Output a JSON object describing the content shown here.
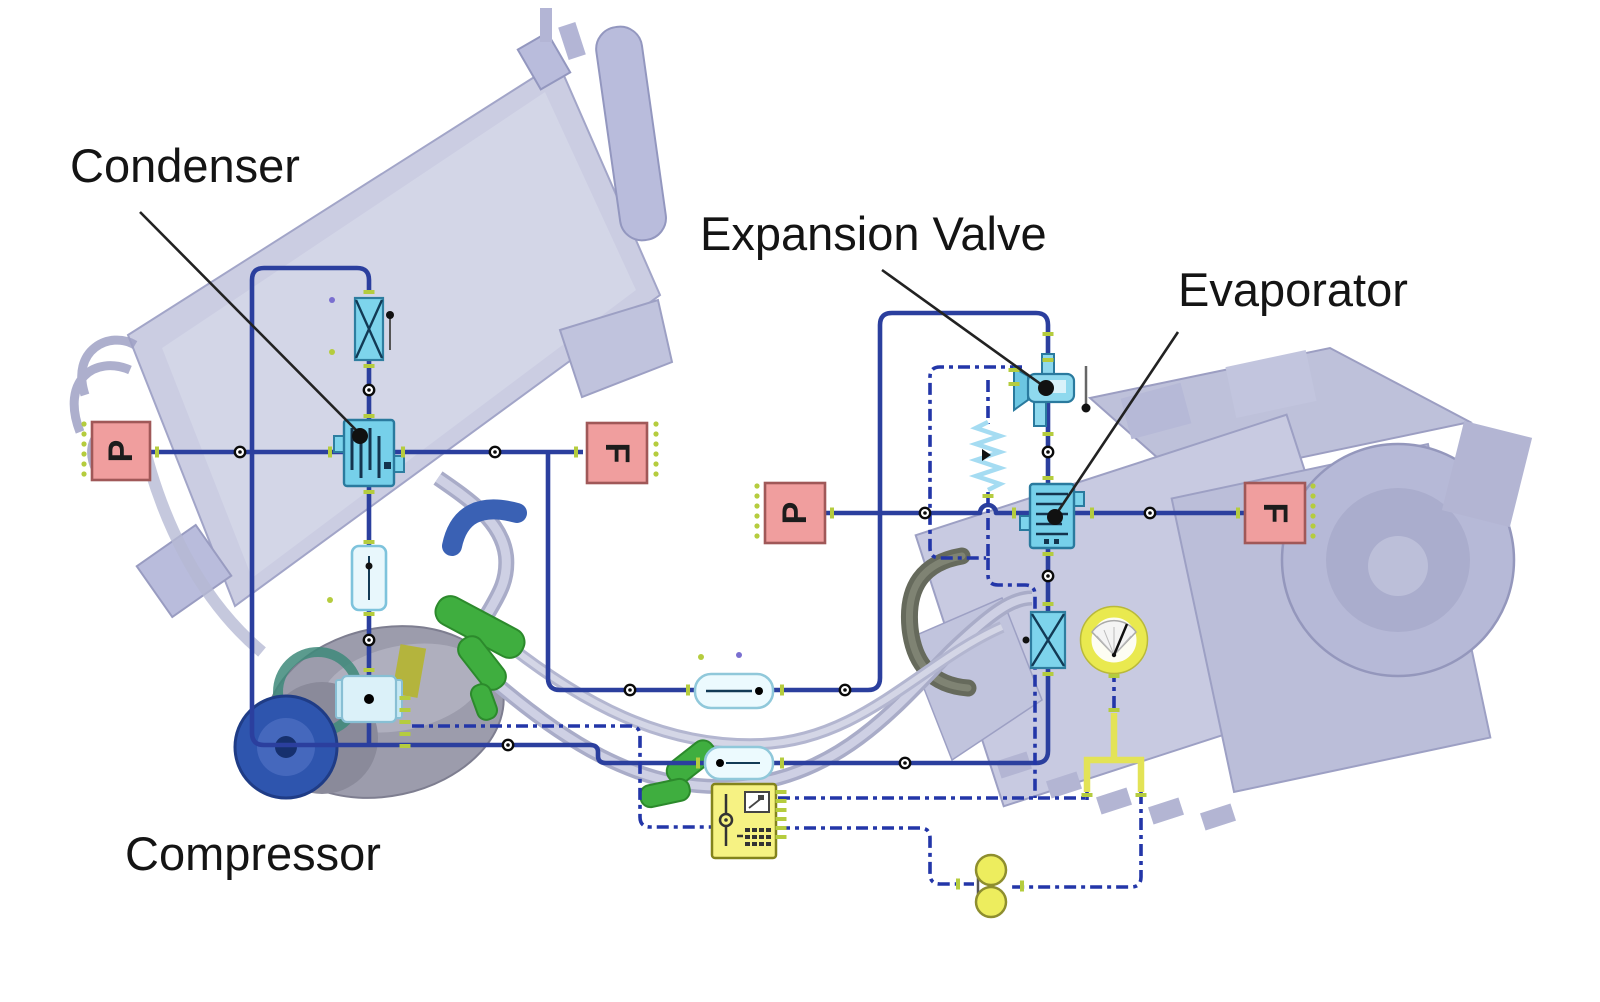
{
  "labels": {
    "condenser": "Condenser",
    "expansion_valve": "Expansion Valve",
    "evaporator": "Evaporator",
    "compressor": "Compressor"
  },
  "sensors": {
    "pressure": "P",
    "flow": "F"
  },
  "colors": {
    "refrigerant_line": "#2b3f9e",
    "signal_line": "#2336a8",
    "symbol_cyan": "#7dd4ec",
    "sensor_box_fill": "#f09e9e",
    "sensor_box_border": "#a05858",
    "controller_yellow": "#f6f283",
    "gauge_yellow": "#e9e94f",
    "tick_green": "#b5cc3e",
    "cad_lavender": "#c9cbe1"
  }
}
